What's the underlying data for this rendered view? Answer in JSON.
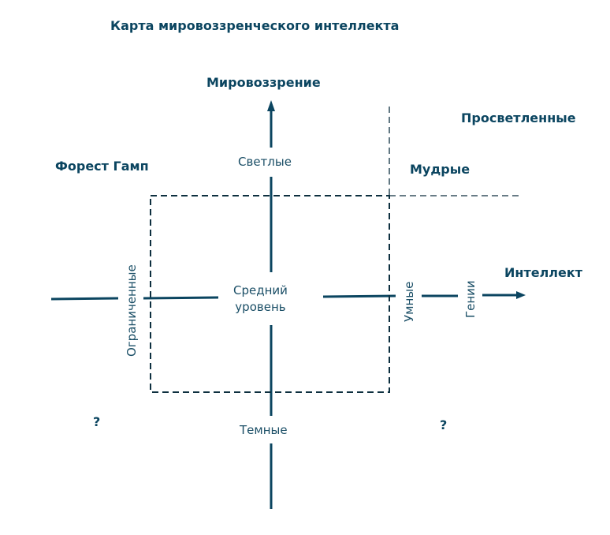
{
  "title": "Карта мировоззренческого интеллекта",
  "axes": {
    "y": {
      "label": "Мировоззрение",
      "top_label": "Светлые",
      "bottom_label": "Темные"
    },
    "x": {
      "label": "Интеллект",
      "left_label": "Ограниченные",
      "right_labels": [
        "Умные",
        "Гении"
      ]
    }
  },
  "center": {
    "line1": "Средний",
    "line2": "уровень"
  },
  "regions": {
    "top_left": "Форест Гамп",
    "top_right_inner": "Мудрые",
    "top_right_outer": "Просветленные",
    "bottom_left": "?",
    "bottom_right": "?"
  },
  "colors": {
    "primary": "#0b4560",
    "dashed": "#0d2f3f"
  }
}
